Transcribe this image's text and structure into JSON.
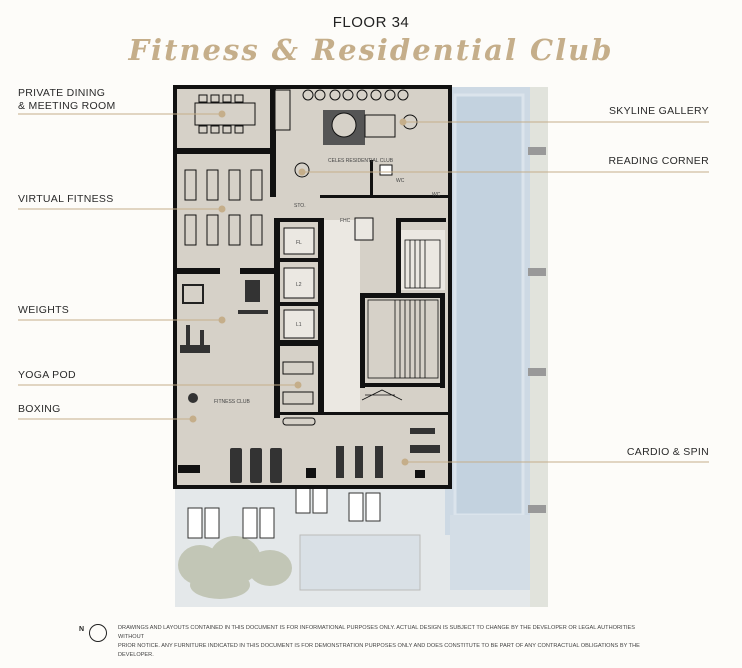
{
  "header": {
    "floor": "FLOOR 34",
    "title": "Fitness & Residential Club"
  },
  "labels_left": [
    {
      "id": "private-dining",
      "text": "PRIVATE DINING\n& MEETING ROOM"
    },
    {
      "id": "virtual-fitness",
      "text": "VIRTUAL FITNESS"
    },
    {
      "id": "weights",
      "text": "WEIGHTS"
    },
    {
      "id": "yoga-pod",
      "text": "YOGA POD"
    },
    {
      "id": "boxing",
      "text": "BOXING"
    }
  ],
  "labels_right": [
    {
      "id": "skyline-gallery",
      "text": "SKYLINE GALLERY"
    },
    {
      "id": "reading-corner",
      "text": "READING CORNER"
    },
    {
      "id": "cardio-spin",
      "text": "CARDIO & SPIN"
    }
  ],
  "room_tags": {
    "residential_club": "CELES RESIDENTIAL CLUB",
    "wc1": "WC",
    "wc2": "WC",
    "store": "STO.",
    "fhc": "FHC",
    "lift_fl": "FL",
    "lift_l2": "L2",
    "lift_l1": "L1",
    "fitness_club": "FITNESS CLUB"
  },
  "footer": {
    "north": "N",
    "disclaimer_line1": "DRAWINGS AND LAYOUTS CONTAINED IN THIS DOCUMENT IS FOR INFORMATIONAL PURPOSES ONLY. ACTUAL DESIGN IS SUBJECT TO CHANGE BY THE DEVELOPER OR LEGAL AUTHORITIES WITHOUT",
    "disclaimer_line2": "PRIOR NOTICE. ANY FURNITURE INDICATED IN THIS DOCUMENT IS FOR DEMONSTRATION PURPOSES ONLY AND DOES CONSTITUTE TO BE PART OF ANY CONTRACTUAL OBLIGATIONS BY THE DEVELOPER."
  },
  "colors": {
    "accent": "#c5ae8a",
    "room": "#d6d1c8",
    "core": "#ebe8e2",
    "pool": "#c9d6e2",
    "wall": "#111111"
  }
}
